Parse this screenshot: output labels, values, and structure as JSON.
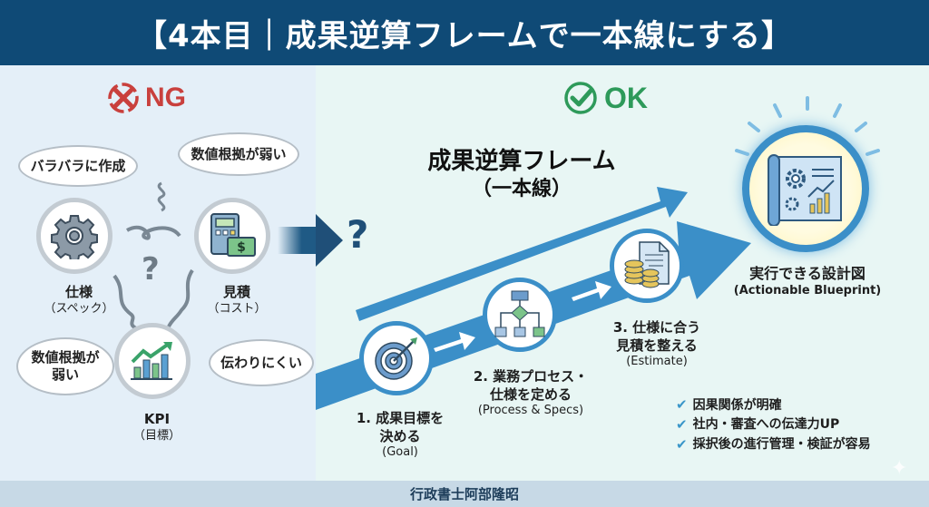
{
  "header": {
    "title": "【4本目｜成果逆算フレームで一本線にする】"
  },
  "ng": {
    "heading": "NG",
    "icon": "x-circle-icon",
    "color": "#c9403d",
    "bubbles": [
      "バラバラに作成",
      "数値根拠が弱い",
      "数値根拠が弱い",
      "伝わりにくい"
    ],
    "nodes": [
      {
        "icon": "gear-icon",
        "label": "仕様",
        "sub": "（スペック）"
      },
      {
        "icon": "calculator-money-icon",
        "label": "見積",
        "sub": "（コスト）"
      },
      {
        "icon": "chart-up-icon",
        "label": "KPI",
        "sub": "（目標）"
      }
    ],
    "question_mark": "?"
  },
  "transition": {
    "question_mark": "?"
  },
  "ok": {
    "heading": "OK",
    "icon": "check-circle-icon",
    "color": "#2e9a5a",
    "frame_title": "成果逆算フレーム",
    "frame_subtitle": "（一本線）",
    "steps": [
      {
        "icon": "target-icon",
        "line1": "1. 成果目標を",
        "line2": "決める",
        "en": "(Goal)"
      },
      {
        "icon": "flowchart-icon",
        "line1": "2. 業務プロセス・",
        "line2": "仕様を定める",
        "en": "(Process & Specs)"
      },
      {
        "icon": "document-coins-icon",
        "line1": "3. 仕様に合う",
        "line2": "見積を整える",
        "en": "(Estimate)"
      }
    ],
    "result": {
      "icon": "blueprint-icon",
      "label": "実行できる設計図",
      "en": "(Actionable Blueprint)"
    },
    "benefits": [
      "因果関係が明確",
      "社内・審査への伝達力UP",
      "採択後の進行管理・検証が容易"
    ],
    "accent": "#3b8fc8"
  },
  "footer": {
    "author": "行政書士阿部隆昭"
  }
}
